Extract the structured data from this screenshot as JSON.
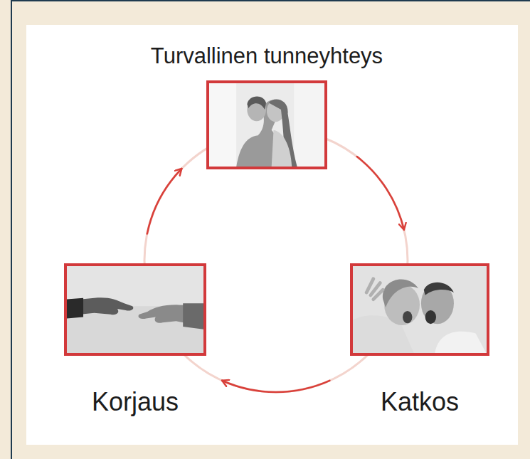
{
  "diagram": {
    "nodes": [
      {
        "text": [
          "Turvallinen tunneyhteys"
        ]
      },
      {
        "text": [
          "Katkos"
        ]
      },
      {
        "text": [
          "Korjaus"
        ]
      }
    ],
    "edges": [
      {
        "from": 0,
        "to": 1,
        "arrow": "to"
      },
      {
        "from": 1,
        "to": 2,
        "arrow": "to"
      },
      {
        "from": 2,
        "to": 0,
        "arrow": "to"
      }
    ]
  }
}
